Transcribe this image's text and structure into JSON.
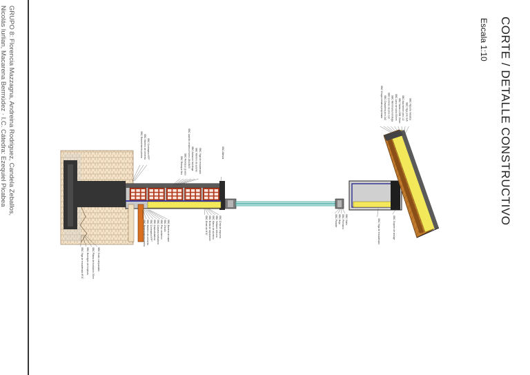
{
  "sheet": {
    "title": "CORTE / DETALLE CONSTRUCTIVO",
    "scale": "Escala 1:10",
    "credits": [
      "GRUPO 8: Florencia Mazzagna, Andreina Rodriguez, Candela Zeballos,",
      "Nicolás Iurlian, Macarena Bermúdez · I.C. Cátedra: Ezequiel Picabea"
    ]
  },
  "colors": {
    "brick": "#b33a1f",
    "insulation": "#f3e85a",
    "timber": "#c0792a",
    "steel": "#6e6e6e",
    "glass": "#3fa7a0",
    "concrete": "#3a3a3a",
    "stone": "#f2ddc0",
    "frame": "#2a2a2a",
    "membrane": "#2b2b8c"
  },
  "labels": {
    "roof": [
      "SBC Chapa metalica prepintada",
      "SBC Clavadera pino 2x2",
      "SBC Listones de pino 1x2",
      "SBC Membrana hidrofuga",
      "SBC Lana de vidrio 50mm",
      "SBC Tablero OSB 15mm",
      "SBC Machimbre pino 1/2",
      "SBC Viga pino 3x6",
      "SBC Vigueta metalica"
    ],
    "wall": [
      "SBC Revoque fino",
      "SBC Revoque grueso",
      "SBC Ladrillo cerámico hueco 18x18x33",
      "SBC Aislación hidrófuga",
      "SBC Mortero de asiento",
      "SBC Viga de encadenado"
    ],
    "base": [
      "SBC Revestimiento piedra",
      "SBC Mortero de cemento",
      "SBC Contrapiso H°P°",
      "SBC Capa aisladora",
      "SBC Carpeta niveladora",
      "SBC Piso cerámico",
      "SBC Zócalo",
      "SBC Barrera de vapor"
    ],
    "lintel": [
      "SBC Dintel de H°A°",
      "SBC Buña de separación",
      "SBC Marco de aluminio",
      "SBC Sellador silicona",
      "SBC Cinta de espuma"
    ],
    "frame": [
      "SBC Parante",
      "SBC Hoja",
      "SBC Premarco",
      "SBC Vidrio"
    ],
    "top_left": "SBC Alfeizar",
    "upper_right": "SBC Viga de encadenado",
    "upper_roof": "SBC Soporte de anclaje",
    "foundation": [
      "SBC Viga de encadenado H°A°",
      "SBC Hormigón de limpieza",
      "SBC Platea de fundación 30cm",
      "SBC Suelo compactado"
    ]
  }
}
